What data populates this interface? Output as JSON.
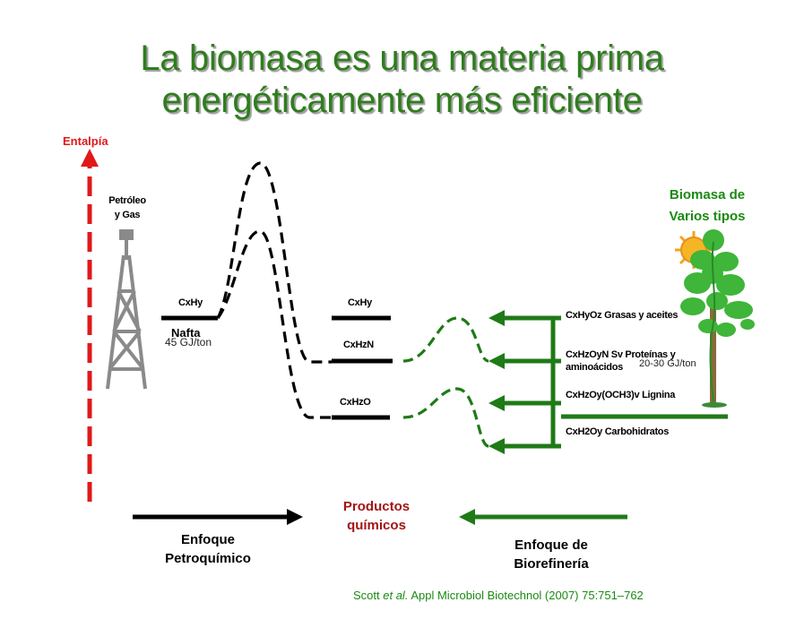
{
  "title": {
    "line1": "La biomasa es una materia prima",
    "line2": "energéticamente más eficiente"
  },
  "axis": {
    "label": "Entalpía"
  },
  "petroleum": {
    "source_line1": "Petróleo",
    "source_line2": "y Gas",
    "level_formula": "CxHy",
    "level_name": "Nafta",
    "energy": "45 GJ/ton"
  },
  "products": {
    "levels": [
      {
        "formula": "CxHy"
      },
      {
        "formula": "CxHzN"
      },
      {
        "formula": "CxHzO"
      }
    ]
  },
  "biomass": {
    "label_line1": "Biomasa de",
    "label_line2": "Varios tipos",
    "components": [
      {
        "formula": "CxHyOz",
        "name": "Grasas y aceites"
      },
      {
        "formula": "CxHzOyN Sv",
        "name": "Proteínas y",
        "name_line2": "aminoácidos"
      },
      {
        "formula": "CxHzOy(OCH3)v",
        "name": "Lignina"
      },
      {
        "formula": "CxH2Oy",
        "name": "Carbohidratos"
      }
    ],
    "energy": "20-30 GJ/ton"
  },
  "approaches": {
    "petrochemical_line1": "Enfoque",
    "petrochemical_line2": "Petroquímico",
    "center_line1": "Productos",
    "center_line2": "químicos",
    "biorefinery_line1": "Enfoque de",
    "biorefinery_line2": "Biorefinería"
  },
  "citation": {
    "authors": "Scott",
    "etal": "et al.",
    "source": "Appl Microbiol Biotechnol (2007) 75:751–762"
  },
  "colors": {
    "title_green": "#2f7d1e",
    "biomass_green": "#1a8a12",
    "arrow_green": "#1f7a17",
    "enthalpy_red": "#e01818",
    "products_red": "#a31515"
  }
}
